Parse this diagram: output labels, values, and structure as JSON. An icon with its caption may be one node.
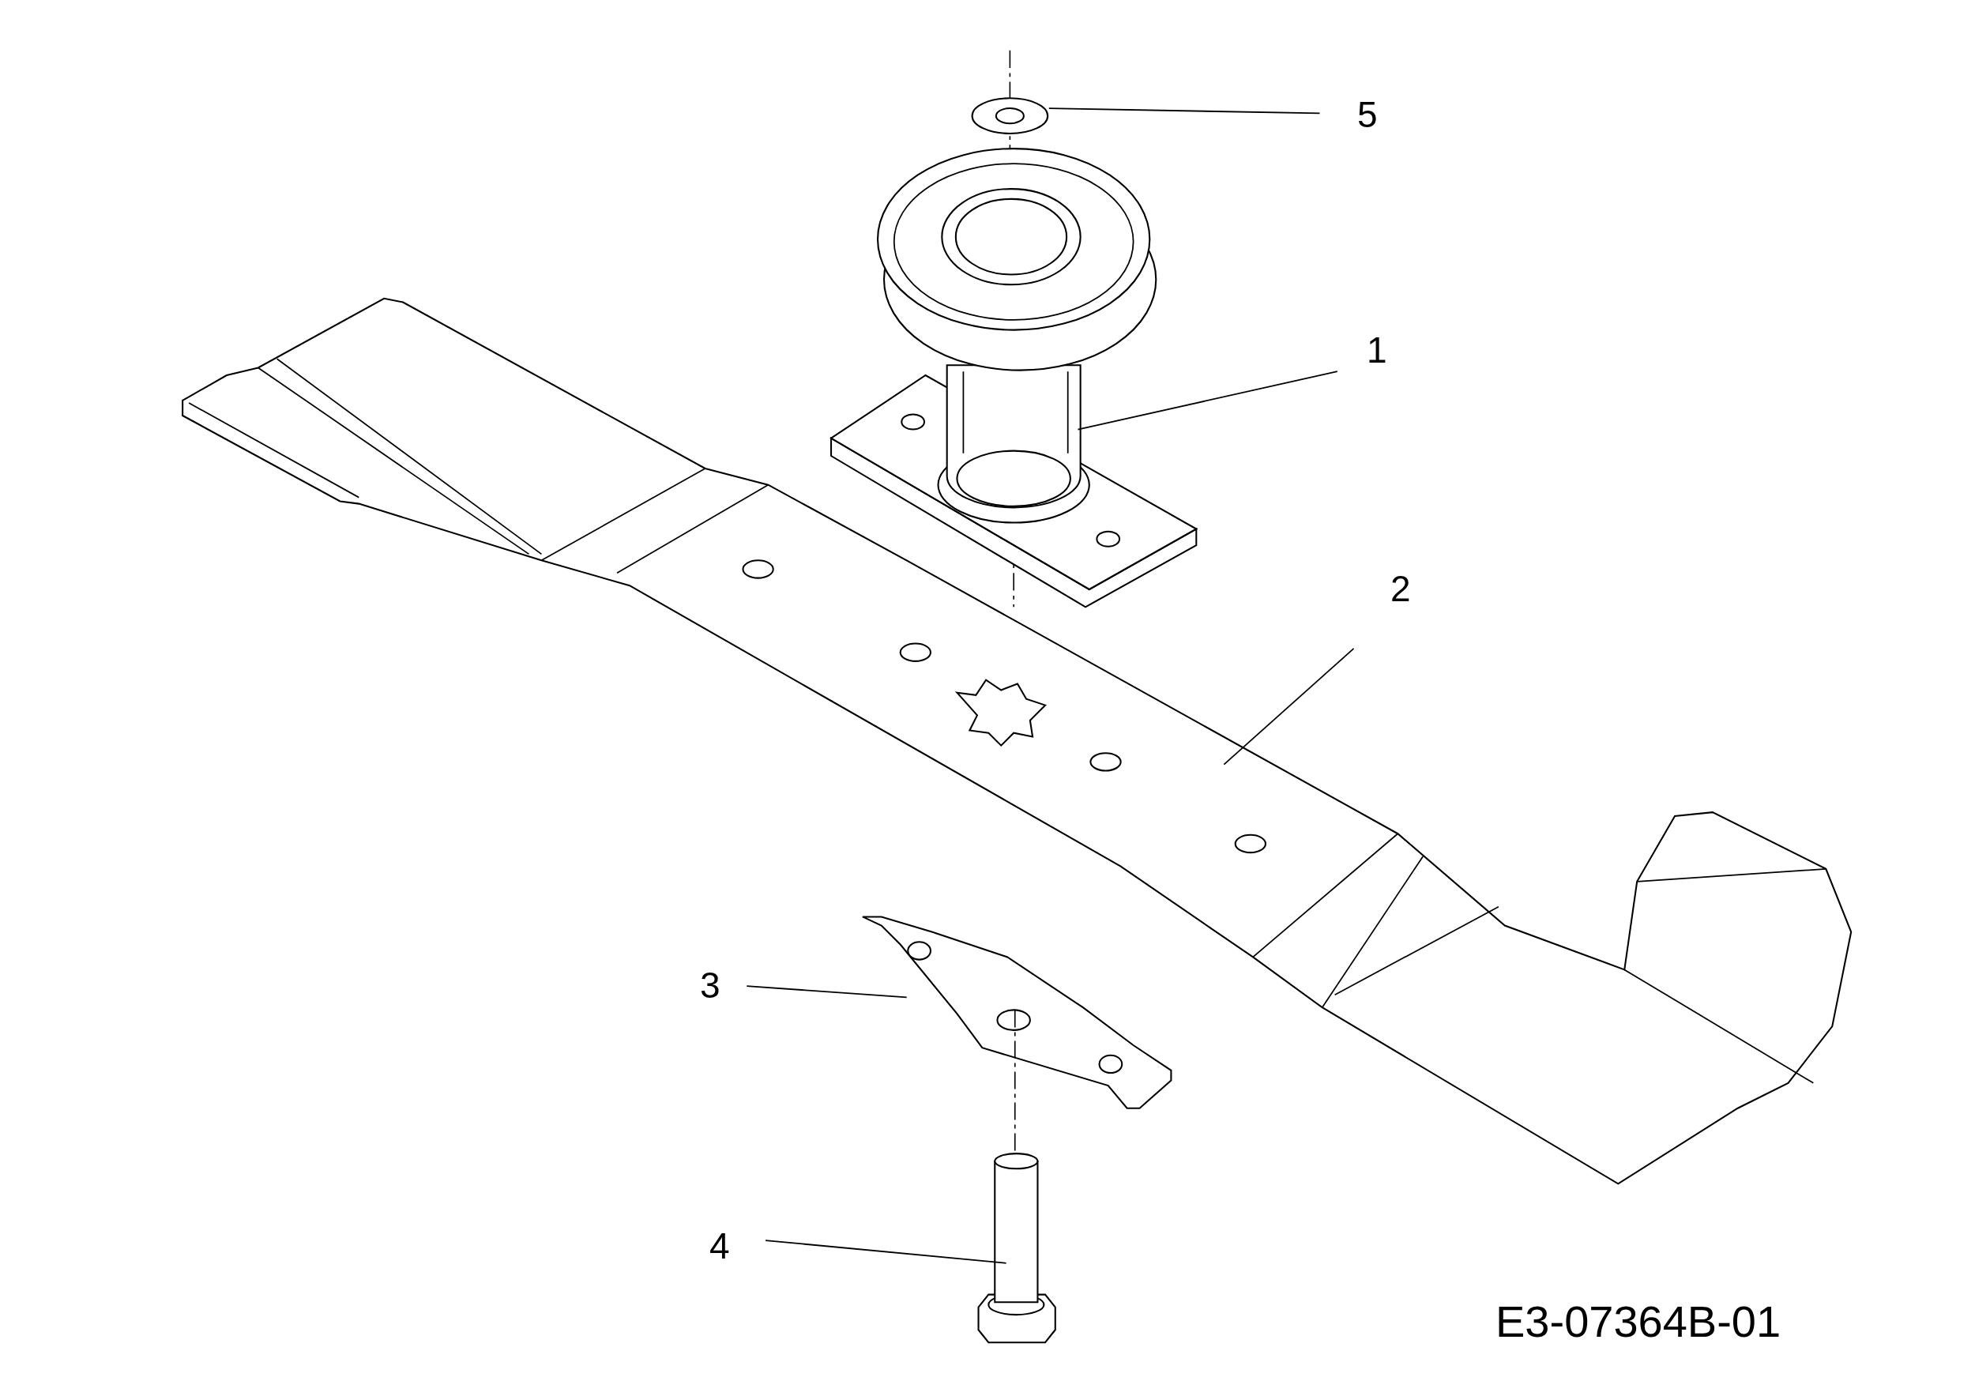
{
  "diagram": {
    "nodes": [
      {
        "text": [
          "5"
        ]
      },
      {
        "text": [],
        "shape": "picture"
      },
      {
        "text": [
          "1"
        ]
      },
      {
        "text": [],
        "shape": "picture"
      },
      {
        "text": [
          "2"
        ]
      },
      {
        "text": [],
        "shape": "picture"
      },
      {
        "text": [
          "3"
        ]
      },
      {
        "text": [],
        "shape": "picture"
      },
      {
        "text": [
          "4"
        ]
      },
      {
        "text": [],
        "shape": "picture"
      }
    ],
    "edges": [
      {
        "from": 0,
        "to": 1,
        "arrow": "none"
      },
      {
        "from": 2,
        "to": 3,
        "arrow": "none"
      },
      {
        "from": 4,
        "to": 5,
        "arrow": "none"
      },
      {
        "from": 6,
        "to": 7,
        "arrow": "none"
      },
      {
        "from": 8,
        "to": 9,
        "arrow": "none"
      },
      {
        "from": 7,
        "to": 9,
        "arrow": "none",
        "style": "dashed"
      }
    ],
    "labels": [
      "E3-07364B-01"
    ]
  }
}
